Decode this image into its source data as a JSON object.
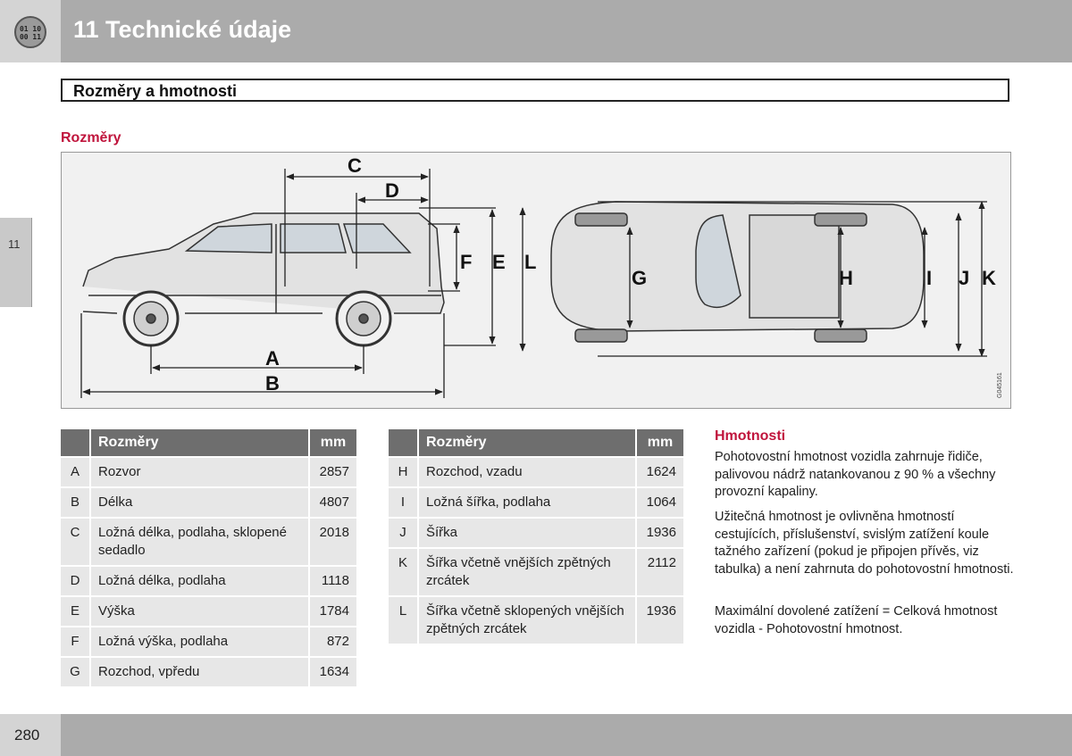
{
  "header": {
    "badge_top": "01 10",
    "badge_bottom": "00 11",
    "title": "11 Technické údaje"
  },
  "side_tab": "11",
  "section": {
    "title": "Rozměry a hmotnosti"
  },
  "figure": {
    "heading": "Rozměry",
    "labels": {
      "A": "A",
      "B": "B",
      "C": "C",
      "D": "D",
      "E": "E",
      "F": "F",
      "G": "G",
      "H": "H",
      "I": "I",
      "J": "J",
      "K": "K",
      "L": "L"
    },
    "code": "G045161"
  },
  "table_headers": {
    "name": "Rozměry",
    "unit": "mm"
  },
  "table1": [
    {
      "letter": "A",
      "name": "Rozvor",
      "value": "2857"
    },
    {
      "letter": "B",
      "name": "Délka",
      "value": "4807"
    },
    {
      "letter": "C",
      "name": "Ložná délka, podlaha, sklopené sedadlo",
      "value": "2018"
    },
    {
      "letter": "D",
      "name": "Ložná délka, podlaha",
      "value": "1118"
    },
    {
      "letter": "E",
      "name": "Výška",
      "value": "1784"
    },
    {
      "letter": "F",
      "name": "Ložná výška, podlaha",
      "value": "872"
    },
    {
      "letter": "G",
      "name": "Rozchod, vpředu",
      "value": "1634"
    }
  ],
  "table2": [
    {
      "letter": "H",
      "name": "Rozchod, vzadu",
      "value": "1624"
    },
    {
      "letter": "I",
      "name": "Ložná šířka, podlaha",
      "value": "1064"
    },
    {
      "letter": "J",
      "name": "Šířka",
      "value": "1936"
    },
    {
      "letter": "K",
      "name": "Šířka včetně vnějších zpětných zrcátek",
      "value": "2112"
    },
    {
      "letter": "L",
      "name": "Šířka včetně sklopených vnějších zpětných zrcátek",
      "value": "1936"
    }
  ],
  "weights": {
    "heading": "Hmotnosti",
    "p1": "Pohotovostní hmotnost vozidla zahrnuje řidiče, palivovou nádrž natankovanou z 90 % a všechny provozní kapaliny.",
    "p2": "Užitečná hmotnost je ovlivněna hmotností cestujících, příslušenství, svislým zatížení koule tažného zařízení (pokud je připojen přívěs, viz tabulka) a není zahrnuta do pohotovostní hmotnosti.",
    "p3": "Maximální dovolené zatížení = Celková hmotnost vozidla - Pohotovostní hmotnost."
  },
  "footer": {
    "page": "280"
  }
}
